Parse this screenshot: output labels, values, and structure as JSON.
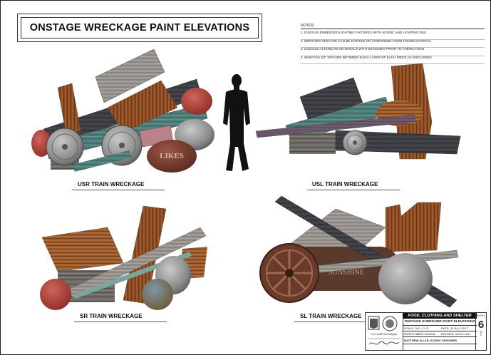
{
  "title": "ONSTAGE WRECKAGE PAINT ELEVATIONS",
  "notes": {
    "heading": "NOTES:",
    "items": [
      "1. DISCUSS EMBEDDED LIGHTING FIXTURES WITH SCENIC AND LIGHTING DES.",
      "2. DEPICTED TEXTURE CAN BE PAINTED OR COMPRISED FROM FOUND MATERIAL",
      "3. DISCUSS ALTERNATE MATERIALS WITH DESIGNER PRIOR TO FABRICATION",
      "4. MAINTAIN 3/4\" SPACING BETWEEN EACH LAYER OF EACH PIECE AS DISCUSSED"
    ]
  },
  "elevations": {
    "usr": "USR TRAIN WRECKAGE",
    "usl": "USL TRAIN WRECKAGE",
    "sr": "SR TRAIN WRECKAGE",
    "sl": "SL TRAIN WRECKAGE"
  },
  "painted_text": {
    "usr_sign": "LIKES",
    "sl_cylinder": "SUNSHINE"
  },
  "title_block": {
    "project": "FOOD, CLOTHING AND SHELTER",
    "drawing_title": "ONSTAGE SURROUND PAINT ELEVATIONS",
    "scale": "SCALE: 3/4\" = 1'-0\"",
    "date": "DATE: 25 JULY 2017",
    "director_label": "DIRECTOR",
    "director": "JOEL BASKIN",
    "revised": "REVISED: 3 AUG 2017",
    "designer": "MATTHEW ALLAR, SCENIC DESIGNER",
    "credits": "S. D. #U829  Set Designer",
    "plate_label": "PLATE #",
    "sheet_number": "6",
    "of_label": "OF",
    "total_sheets": "9"
  },
  "colors": {
    "rust": "#8a4a22",
    "weathered_wood": "#6e6a66",
    "teal_paint": "#4f7f7a",
    "red_paint": "#b9433a",
    "silhouette": "#111111"
  }
}
